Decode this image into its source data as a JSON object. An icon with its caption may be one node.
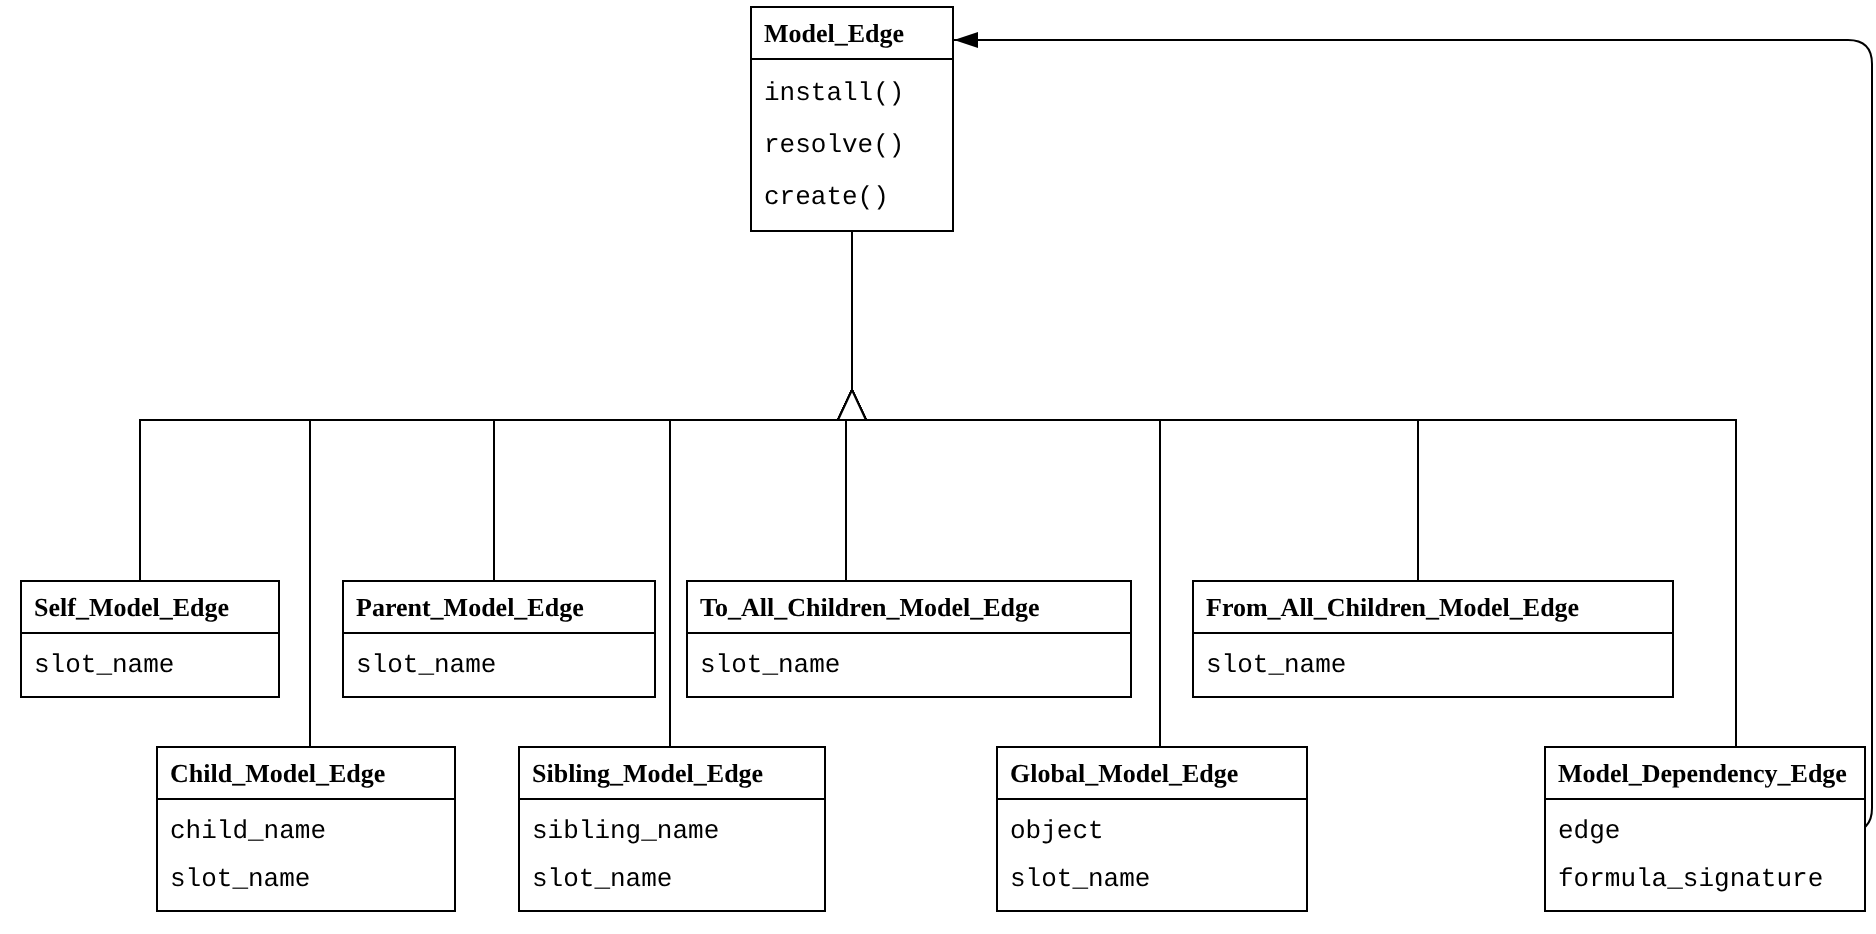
{
  "diagram": {
    "nodes": [
      {
        "text": [
          "Model_Edge",
          "install()",
          "resolve()",
          "create()"
        ]
      },
      {
        "text": [
          "Self_Model_Edge",
          "slot_name"
        ]
      },
      {
        "text": [
          "Parent_Model_Edge",
          "slot_name"
        ]
      },
      {
        "text": [
          "To_All_Children_Model_Edge",
          "slot_name"
        ]
      },
      {
        "text": [
          "From_All_Children_Model_Edge",
          "slot_name"
        ]
      },
      {
        "text": [
          "Child_Model_Edge",
          "child_name",
          "slot_name"
        ]
      },
      {
        "text": [
          "Sibling_Model_Edge",
          "sibling_name",
          "slot_name"
        ]
      },
      {
        "text": [
          "Global_Model_Edge",
          "object",
          "slot_name"
        ]
      },
      {
        "text": [
          "Model_Dependency_Edge",
          "formula_signature"
        ]
      },
      {
        "text": [
          "edge"
        ],
        "in": 8
      }
    ],
    "edges": [
      {
        "from": 1,
        "to": 0,
        "arrow": "to"
      },
      {
        "from": 2,
        "to": 0,
        "arrow": "to"
      },
      {
        "from": 3,
        "to": 0,
        "arrow": "to"
      },
      {
        "from": 4,
        "to": 0,
        "arrow": "to"
      },
      {
        "from": 5,
        "to": 0,
        "arrow": "to"
      },
      {
        "from": 6,
        "to": 0,
        "arrow": "to"
      },
      {
        "from": 7,
        "to": 0,
        "arrow": "to"
      },
      {
        "from": 8,
        "to": 0,
        "arrow": "to"
      },
      {
        "from": 9,
        "to": 0,
        "arrow": "to"
      }
    ]
  }
}
